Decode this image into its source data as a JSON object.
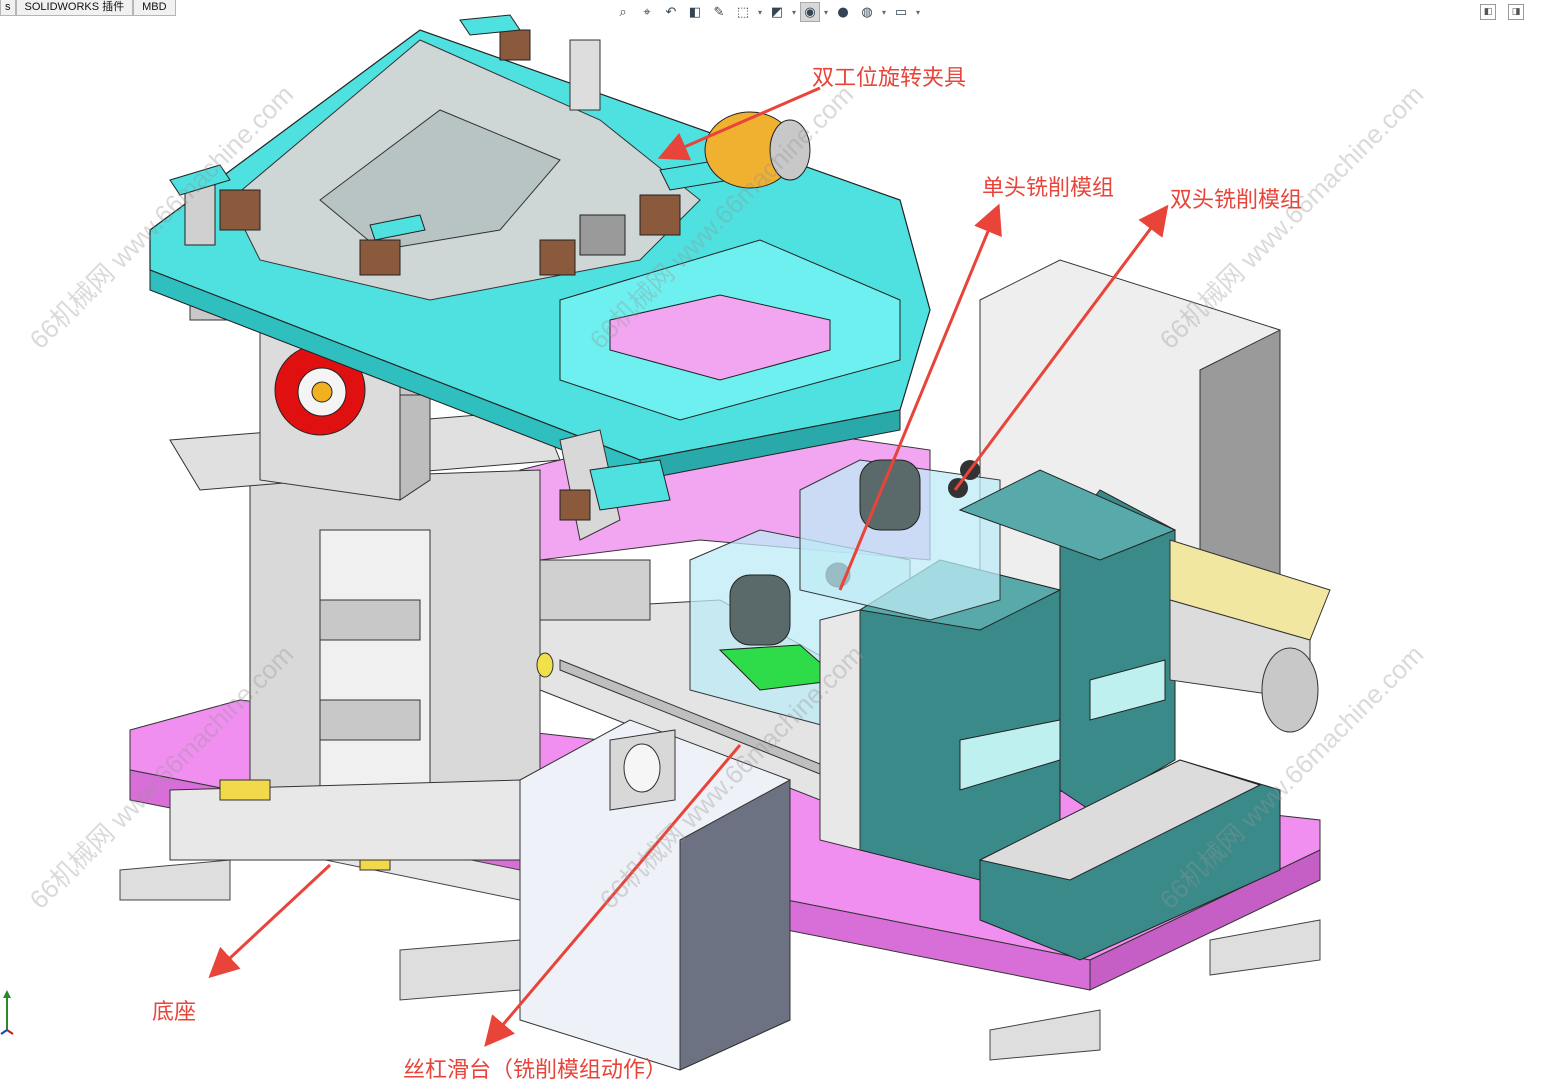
{
  "tabs": [
    {
      "label": "s"
    },
    {
      "label": "SOLIDWORKS 插件"
    },
    {
      "label": "MBD"
    }
  ],
  "toolbar": {
    "icons": [
      "zoom-to-fit-icon",
      "zoom-area-icon",
      "previous-view-icon",
      "section-view-icon",
      "dynamic-annotation-icon",
      "view-orientation-icon",
      "display-style-icon",
      "hide-show-items-icon",
      "edit-appearance-icon",
      "apply-scene-icon",
      "view-settings-icon"
    ]
  },
  "annotations": {
    "fixture": "双工位旋转夹具",
    "single_head": "单头铣削模组",
    "double_head": "双头铣削模组",
    "base": "底座",
    "slide": "丝杠滑台（铣削模组动作）"
  },
  "watermark": "66机械网 www.66machine.com",
  "colors": {
    "annotation": "#e8443a",
    "cyan": "#4fe0e0",
    "magenta": "#f08ff0",
    "teal": "#3b8a8a",
    "gray": "#d4d4d4",
    "red_disc": "#e01010",
    "yellow": "#f1e7a0"
  }
}
